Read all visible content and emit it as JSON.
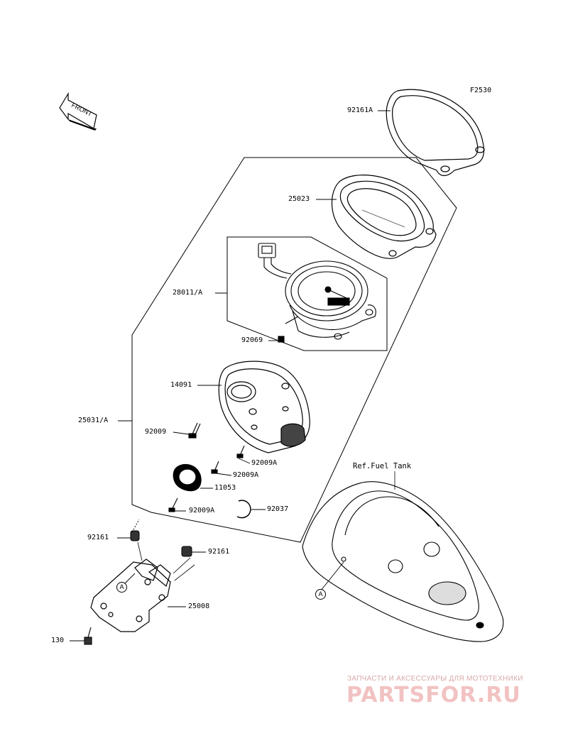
{
  "figure_code": "F2530",
  "front_label": "FRONT",
  "reference_label": "Ref.Fuel Tank",
  "callout_letter": "A",
  "parts": [
    {
      "id": "p-92161a",
      "number": "92161A"
    },
    {
      "id": "p-25023",
      "number": "25023"
    },
    {
      "id": "p-28011a",
      "number": "28011/A"
    },
    {
      "id": "p-92069",
      "number": "92069"
    },
    {
      "id": "p-14091",
      "number": "14091"
    },
    {
      "id": "p-25031a",
      "number": "25031/A"
    },
    {
      "id": "p-92009",
      "number": "92009"
    },
    {
      "id": "p-92009a-1",
      "number": "92009A"
    },
    {
      "id": "p-92009a-2",
      "number": "92009A"
    },
    {
      "id": "p-11053",
      "number": "11053"
    },
    {
      "id": "p-92009a-3",
      "number": "92009A"
    },
    {
      "id": "p-92037",
      "number": "92037"
    },
    {
      "id": "p-92161-1",
      "number": "92161"
    },
    {
      "id": "p-92161-2",
      "number": "92161"
    },
    {
      "id": "p-25008",
      "number": "25008"
    },
    {
      "id": "p-130",
      "number": "130"
    }
  ],
  "watermark": {
    "line1": "ЗАПЧАСТИ И АКСЕССУАРЫ ДЛЯ МОТОТЕХНИКИ",
    "line2": "PARTSFOR.RU"
  }
}
